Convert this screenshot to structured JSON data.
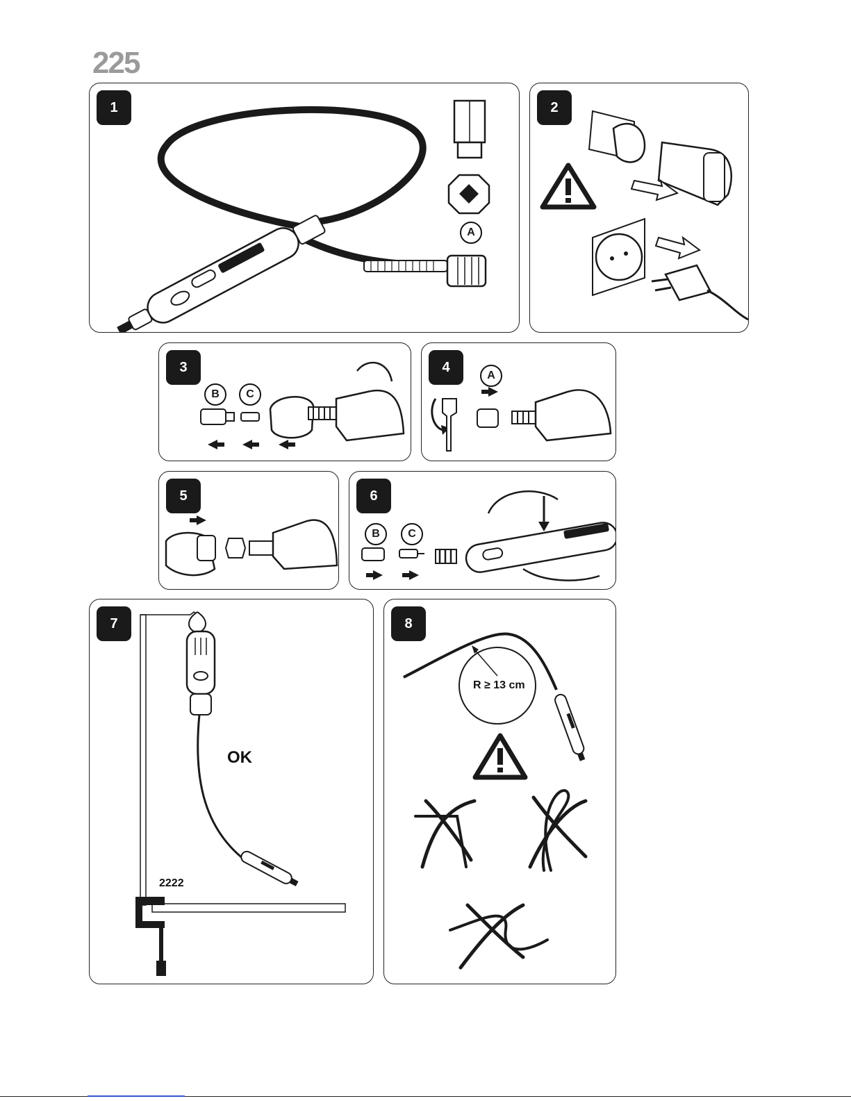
{
  "header": {
    "model_number": "225"
  },
  "panels": [
    {
      "step": "1",
      "labels": {
        "a": "A"
      }
    },
    {
      "step": "2"
    },
    {
      "step": "3",
      "labels": {
        "b": "B",
        "c": "C"
      }
    },
    {
      "step": "4",
      "labels": {
        "a": "A"
      }
    },
    {
      "step": "5"
    },
    {
      "step": "6",
      "labels": {
        "b": "B",
        "c": "C"
      }
    },
    {
      "step": "7",
      "labels": {
        "ok": "OK",
        "code": "2222"
      }
    },
    {
      "step": "8",
      "labels": {
        "radius": "R ≥ 13 cm"
      }
    }
  ],
  "icons": {
    "warning": "warning-triangle-icon",
    "arrow": "arrow-icon",
    "crossed": "crossed-out-icon"
  },
  "colors": {
    "ink": "#1a1a1a",
    "model_gray": "#9a9a9a",
    "link_blue": "#3355cc"
  }
}
